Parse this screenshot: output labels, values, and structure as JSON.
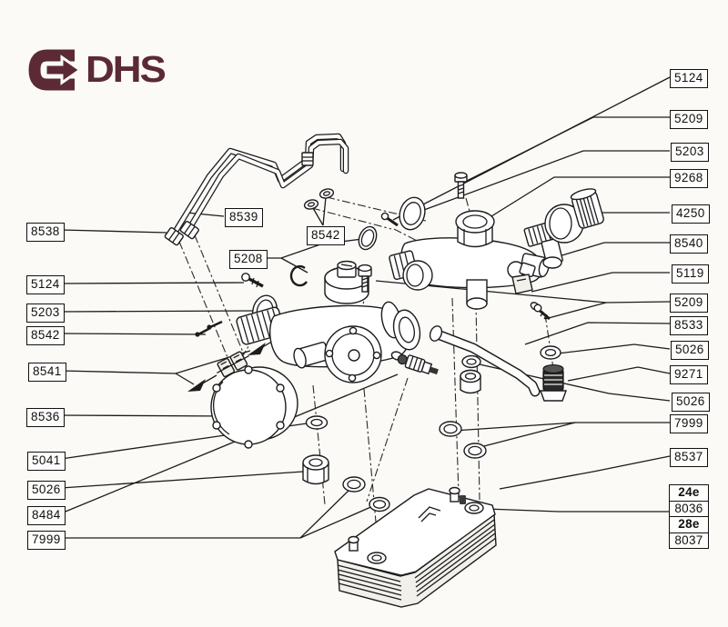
{
  "logo": {
    "text": "DHS",
    "icon": "logo-arrow-icon",
    "color": "#5b2a34"
  },
  "labels": {
    "left": [
      "8538",
      "5124",
      "5203",
      "8542",
      "8541",
      "8536",
      "5041",
      "5026",
      "8484",
      "7999"
    ],
    "middle": [
      "8539",
      "8542",
      "5208"
    ],
    "right": [
      "5124",
      "5209",
      "5203",
      "9268",
      "4250",
      "8540",
      "5119",
      "5209",
      "8533",
      "5026",
      "9271",
      "5026",
      "7999",
      "8537"
    ]
  },
  "variants": [
    {
      "model": "24e",
      "part": "8036"
    },
    {
      "model": "28e",
      "part": "8037"
    }
  ],
  "colors": {
    "logo": "#5b2a34",
    "line": "#1c1c1c",
    "paper": "#fbfaf7"
  }
}
